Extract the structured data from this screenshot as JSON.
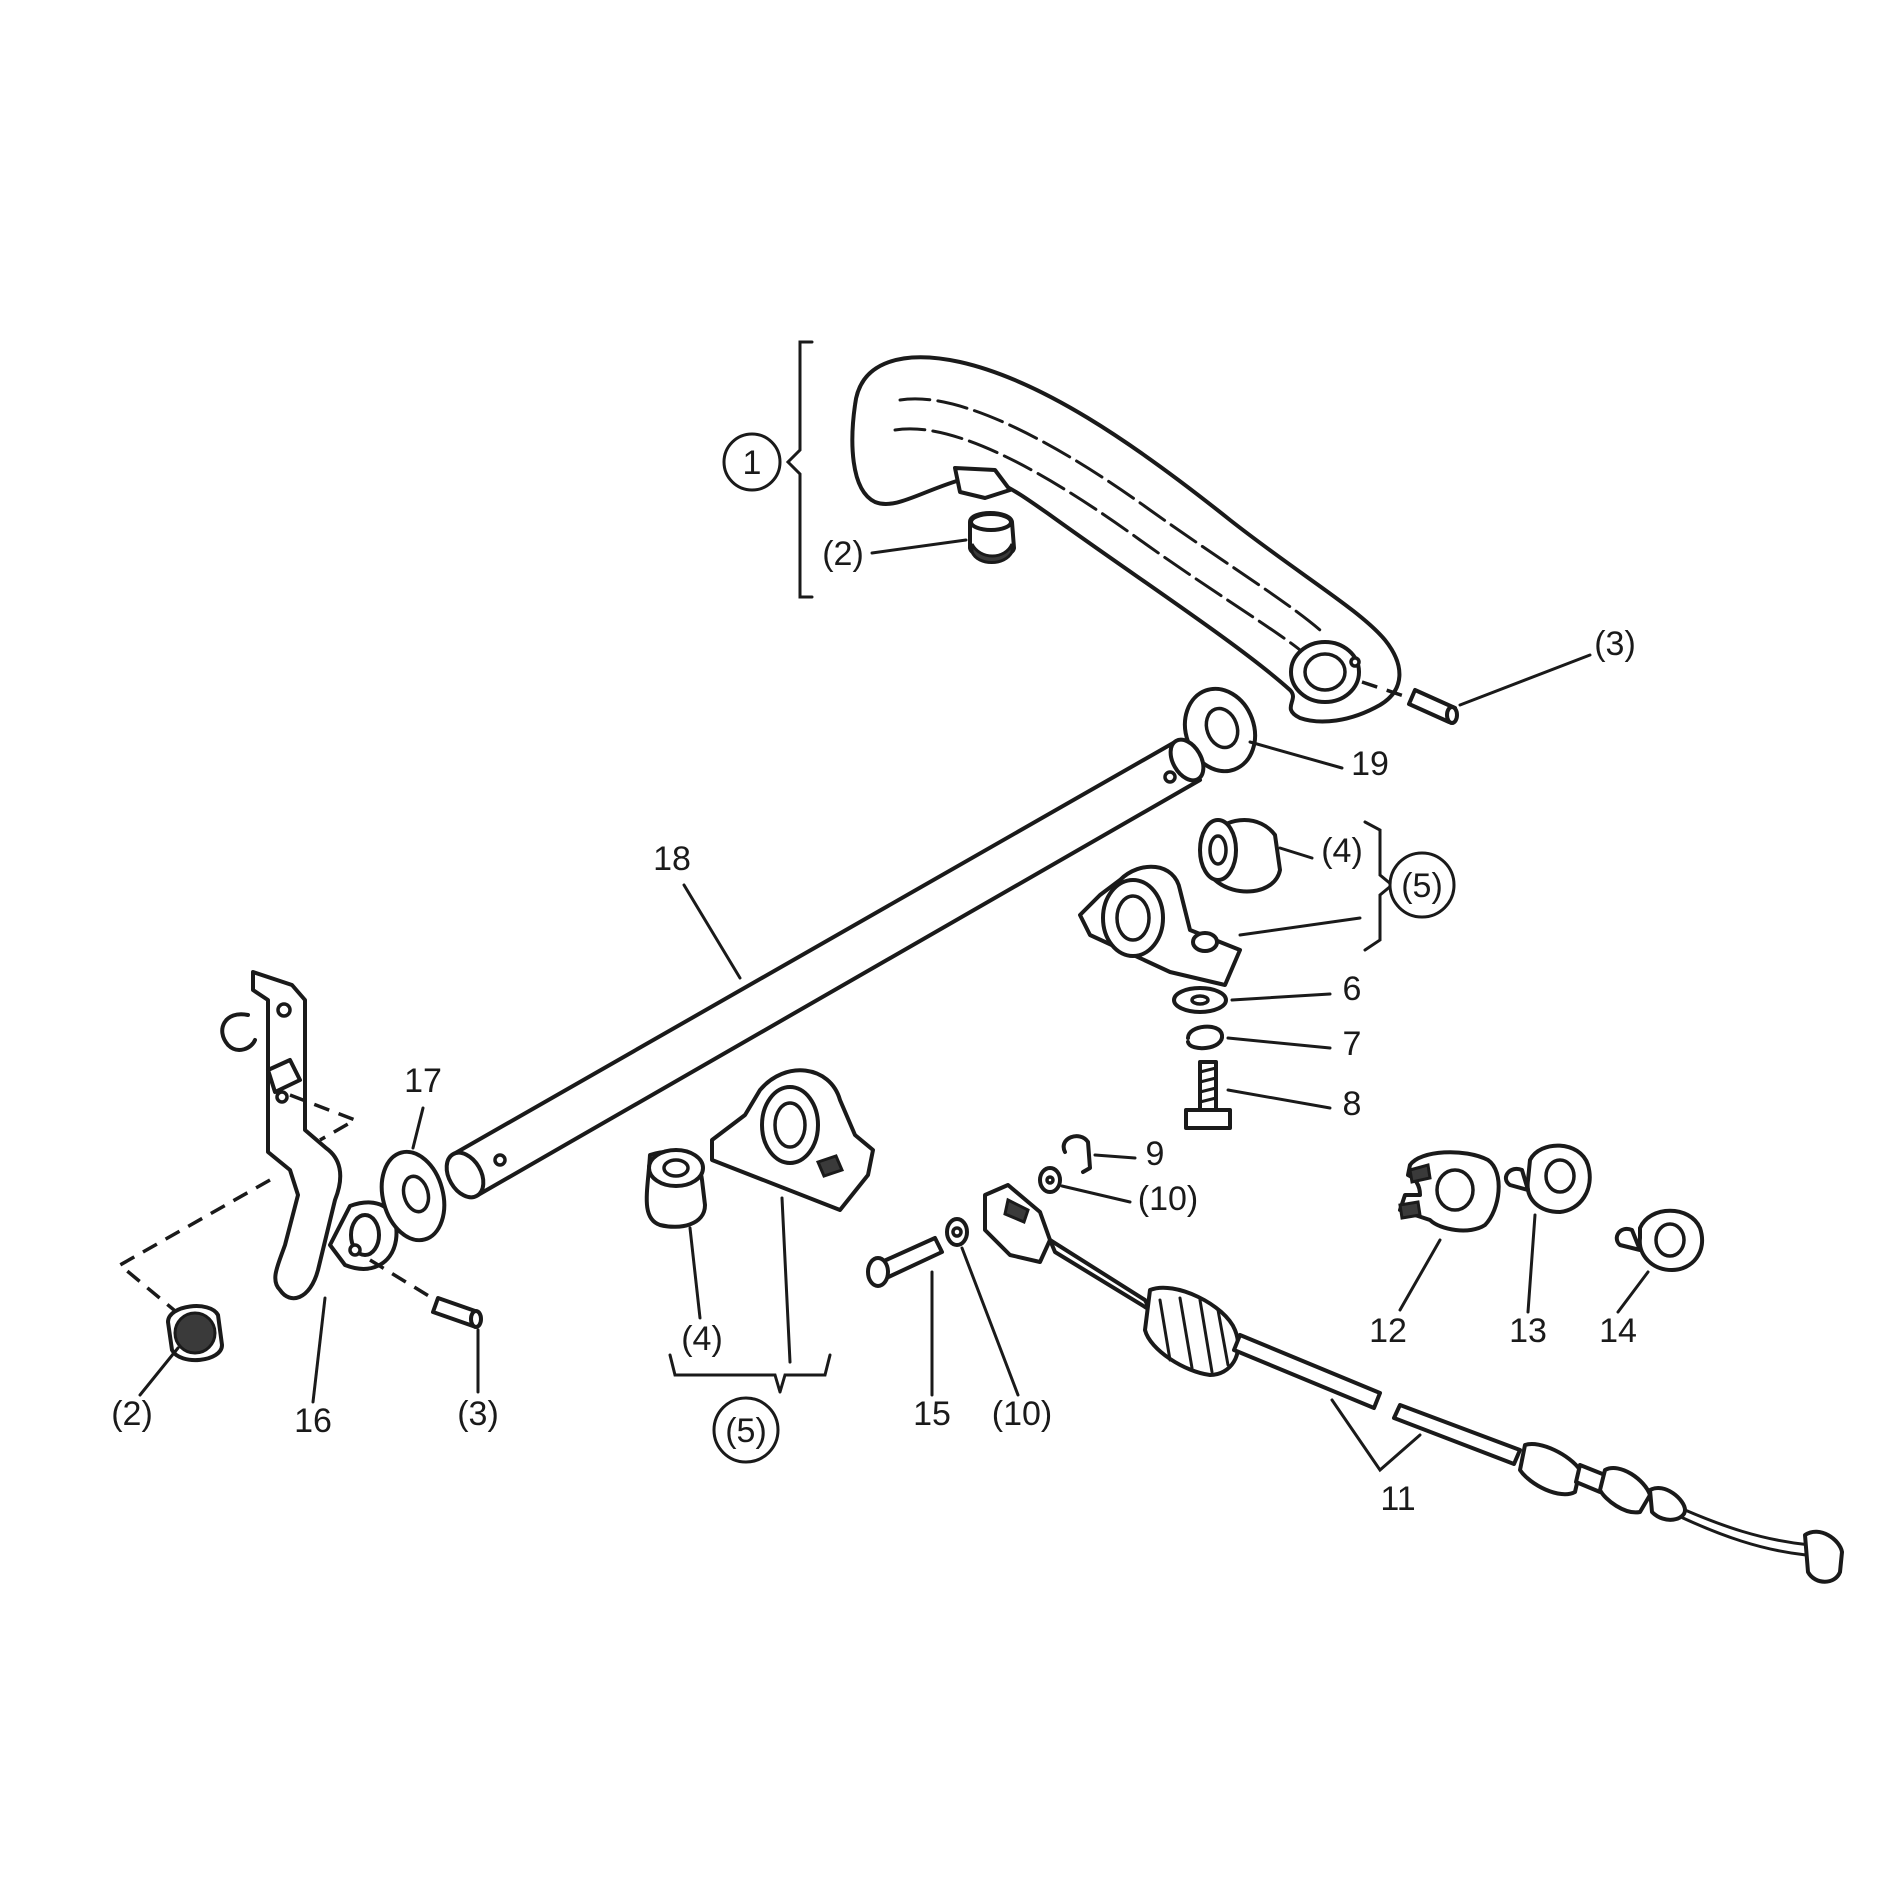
{
  "labels": {
    "l1": "1",
    "l2a": "(2)",
    "l2b": "(2)",
    "l3a": "(3)",
    "l3b": "(3)",
    "l4a": "(4)",
    "l4b": "(4)",
    "l5a": "(5)",
    "l5b": "(5)",
    "l6": "6",
    "l7": "7",
    "l8": "8",
    "l9": "9",
    "l10a": "(10)",
    "l10b": "(10)",
    "l11": "11",
    "l12": "12",
    "l13": "13",
    "l14": "14",
    "l15": "15",
    "l16": "16",
    "l17": "17",
    "l18": "18",
    "l19": "19"
  },
  "colors": {
    "ink": "#1a1a1a",
    "paper": "#ffffff"
  }
}
